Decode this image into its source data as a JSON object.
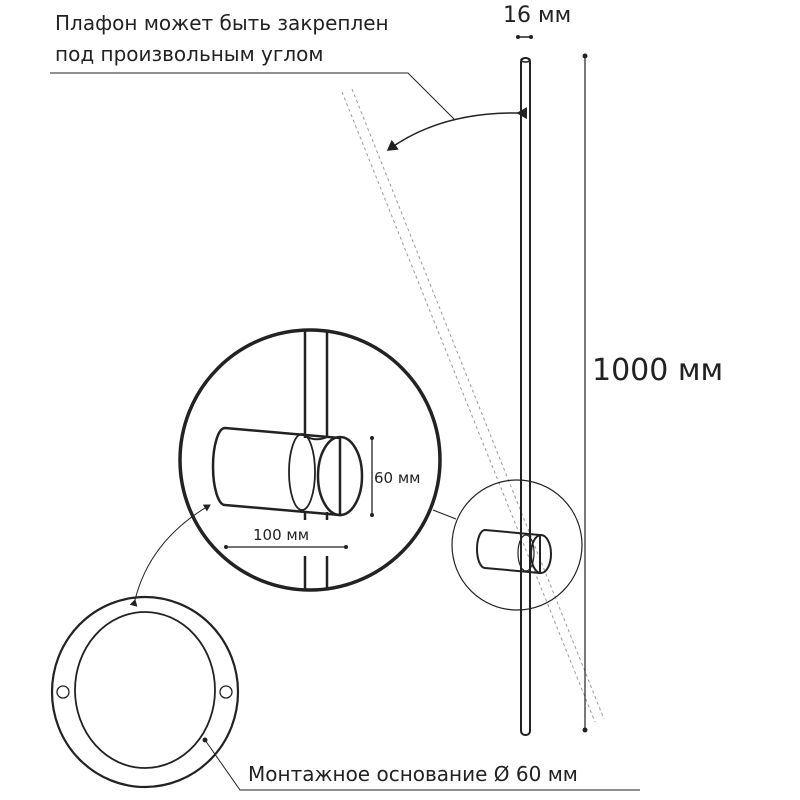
{
  "annotations": {
    "angle_note_line1": "Плафон может быть закреплен",
    "angle_note_line2": "под произвольным углом",
    "width_dim": "16 мм",
    "length_dim": "1000 мм",
    "height_dim": "60 мм",
    "depth_dim": "100 мм",
    "base_note": "Монтажное основание Ø 60 мм"
  },
  "colors": {
    "line": "#222222",
    "dashed": "#888888",
    "background": "#ffffff"
  }
}
